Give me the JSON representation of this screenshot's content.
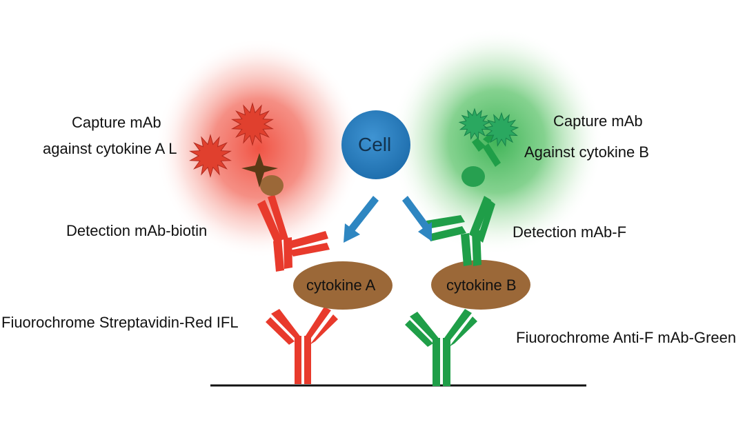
{
  "labels": {
    "capture_a_line1": "Capture mAb",
    "capture_a_line2": "against cytokine A L",
    "detection_a": "Detection mAb-biotin",
    "fluoro_a": "Fiuorochrome Streptavidin-Red IFL",
    "capture_b_line1": "Capture mAb",
    "capture_b_line2": "Against cytokine B",
    "detection_b": "Detection mAb-F",
    "fluoro_b": "Fiuorochrome Anti-F mAb-Green",
    "cell": "Cell",
    "cytokine_a": "cytokine A",
    "cytokine_b": "cytokine B"
  },
  "colors": {
    "red": "#e83a2c",
    "green": "#1f9e48",
    "cell_blue": "#2a80c2",
    "arrow_blue": "#2e86c1",
    "cytokine_brown": "#9b6838",
    "star_red": "#e0402e",
    "star_green": "#2aa860",
    "biotin_dark": "#5a3a16"
  },
  "icons": [
    "red-glow",
    "green-glow",
    "cell-circle",
    "arrow-down-left-icon",
    "arrow-down-right-icon",
    "antibody-icon",
    "star-burst-icon",
    "biotin-star-icon"
  ]
}
